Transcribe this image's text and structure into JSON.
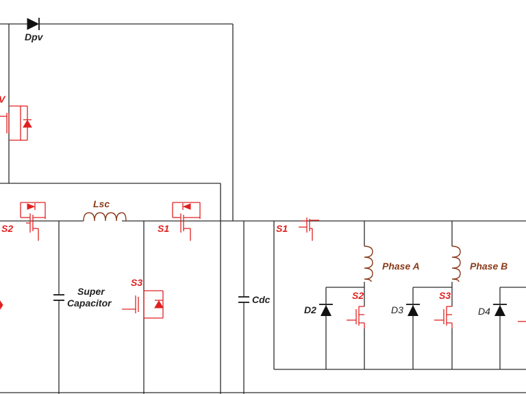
{
  "labels": {
    "dpv": "Dpv",
    "lsc": "Lsc",
    "s2_left": "S2",
    "s1_left": "S1",
    "s3_left": "S3",
    "supercap_line1": "Super",
    "supercap_line2": "Capacitor",
    "cdc": "Cdc",
    "s1_right": "S1",
    "phase_a": "Phase A",
    "phase_b": "Phase B",
    "s2_right": "S2",
    "s3_right": "S3",
    "d2": "D2",
    "d3": "D3",
    "d4": "D4",
    "v_cut": "V"
  },
  "colors": {
    "wire": "#2a2a2a",
    "switch": "#e02020",
    "inductor": "#8a3a1a"
  }
}
